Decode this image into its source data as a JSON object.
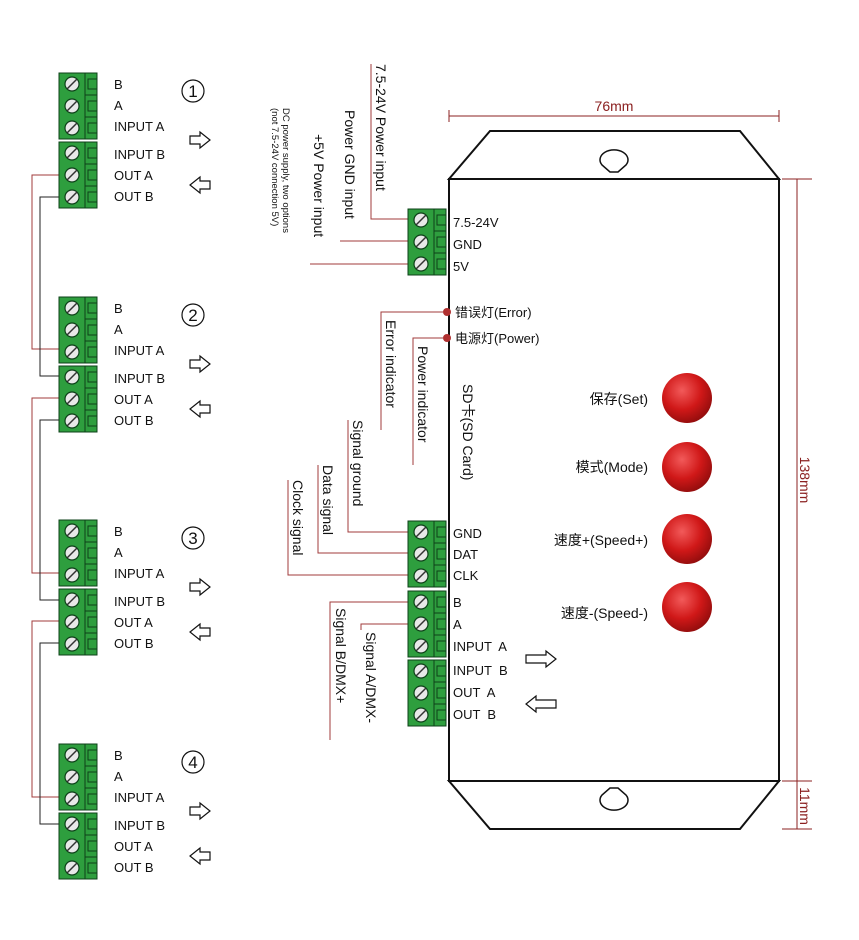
{
  "dimensions": {
    "width": "76mm",
    "height": "138mm",
    "tab": "11mm"
  },
  "power_terminal": {
    "pins": [
      "7.5-24V",
      "GND",
      "5V"
    ]
  },
  "power_labels": {
    "v24_input": "7.5-24V Power input",
    "gnd_input": "Power GND input",
    "v5_input": "+5V Power input",
    "note_line1": "DC power supply, two options",
    "note_line2": "(not 7.5-24V connection 5V)"
  },
  "indicators": {
    "error": "错误灯(Error)",
    "power": "电源灯(Power)",
    "error_desc": "Error indicator",
    "power_desc": "Power indicator"
  },
  "sd_card": "SD卡(SD Card)",
  "buttons": [
    "保存(Set)",
    "模式(Mode)",
    "速度+(Speed+)",
    "速度-(Speed-)"
  ],
  "signal_terminal": {
    "pins": [
      "GND",
      "DAT",
      "CLK"
    ]
  },
  "signal_labels": {
    "ground": "Signal ground",
    "data": "Data signal",
    "clock": "Clock signal"
  },
  "input_terminal": {
    "pins": [
      "B",
      "A",
      "INPUT  A"
    ]
  },
  "output_terminal": {
    "pins": [
      "INPUT  B",
      "OUT  A",
      "OUT  B"
    ]
  },
  "dmx_labels": {
    "a": "Signal A/DMX-",
    "b": "Signal B/DMX+"
  },
  "chain": [
    {
      "number": "1",
      "top_pins": [
        "B",
        "A",
        "INPUT  A"
      ],
      "bottom_pins": [
        "INPUT  B",
        "OUT  A",
        "OUT  B"
      ]
    },
    {
      "number": "2",
      "top_pins": [
        "B",
        "A",
        "INPUT  A"
      ],
      "bottom_pins": [
        "INPUT  B",
        "OUT  A",
        "OUT  B"
      ]
    },
    {
      "number": "3",
      "top_pins": [
        "B",
        "A",
        "INPUT  A"
      ],
      "bottom_pins": [
        "INPUT  B",
        "OUT  A",
        "OUT  B"
      ]
    },
    {
      "number": "4",
      "top_pins": [
        "B",
        "A",
        "INPUT  A"
      ],
      "bottom_pins": [
        "INPUT  B",
        "OUT  A",
        "OUT  B"
      ]
    }
  ],
  "colors": {
    "terminal_green": "#2e9e3e",
    "wire": "#a23b3b",
    "button_red": "#d01818",
    "dimension": "#8b2020"
  }
}
